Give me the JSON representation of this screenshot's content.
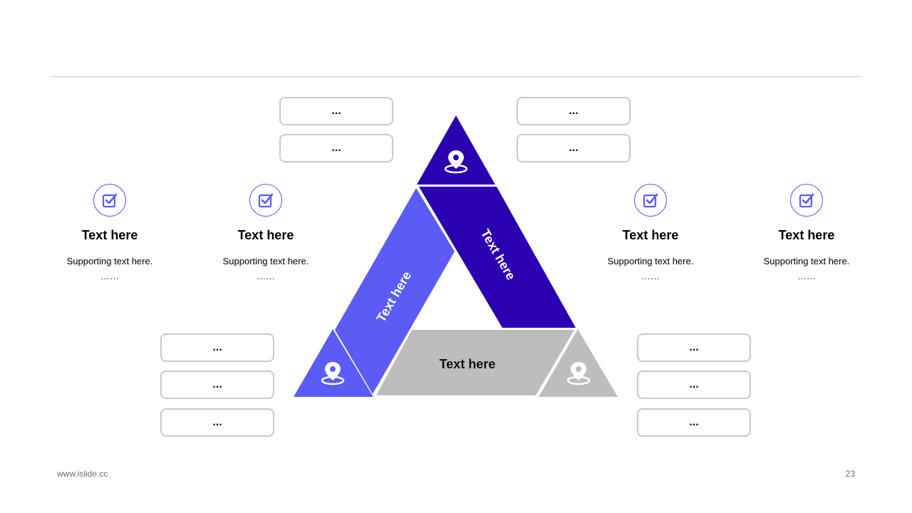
{
  "colors": {
    "blue": "#5b5bf5",
    "navy": "#2a00b0",
    "gray": "#bdbdbd",
    "border": "#c9c9c9"
  },
  "pills": {
    "top_left": [
      "...",
      "..."
    ],
    "top_right": [
      "...",
      "..."
    ],
    "bottom_left": [
      "...",
      "...",
      "..."
    ],
    "bottom_right": [
      "...",
      "...",
      "..."
    ]
  },
  "features": [
    {
      "icon": "checkbox-icon",
      "title": "Text here",
      "support": "Supporting  text here.",
      "ellipsis": "……"
    },
    {
      "icon": "checkbox-icon",
      "title": "Text here",
      "support": "Supporting  text here.",
      "ellipsis": "……"
    },
    {
      "icon": "checkbox-icon",
      "title": "Text here",
      "support": "Supporting  text here.",
      "ellipsis": "……"
    },
    {
      "icon": "checkbox-icon",
      "title": "Text here",
      "support": "Supporting  text here.",
      "ellipsis": "……"
    }
  ],
  "triangle": {
    "left_label": "Text here",
    "right_label": "Text here",
    "bottom_label": "Text here",
    "pin_icon": "location-pin-icon"
  },
  "footer": {
    "url": "www.islide.cc",
    "page": "23"
  }
}
